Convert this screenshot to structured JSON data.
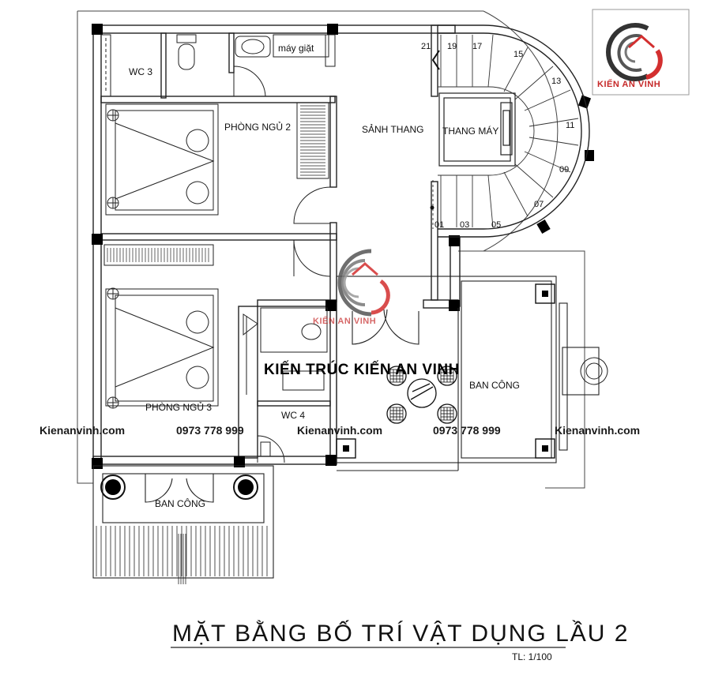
{
  "drawing": {
    "title": "MẶT BẰNG BỐ TRÍ VẬT DỤNG LẦU 2",
    "scale": "TL: 1/100"
  },
  "brand": {
    "logo_text": "KIẾN AN VINH",
    "colors": {
      "logo_dark": "#333333",
      "logo_red": "#d32f2f"
    }
  },
  "rooms": {
    "wc3": "WC 3",
    "washing_machine": "máy giặt",
    "bedroom2": "PHÒNG NGỦ 2",
    "stair_hall": "SẢNH THANG",
    "elevator": "THANG MÁY",
    "bedroom3": "PHÒNG NGỦ 3",
    "wc4": "WC 4",
    "balcony_front": "BAN CÔNG",
    "balcony_right": "BAN CÔNG"
  },
  "stairs": {
    "steps": [
      "21",
      "19",
      "17",
      "15",
      "13",
      "11",
      "09",
      "07",
      "05",
      "03",
      "01"
    ]
  },
  "watermarks": {
    "company": "KIẾN TRÚC KIẾN AN VINH",
    "site": "Kienanvinh.com",
    "phone": "0973 778 999",
    "center_logo_text": "KIẾN AN VINH"
  }
}
